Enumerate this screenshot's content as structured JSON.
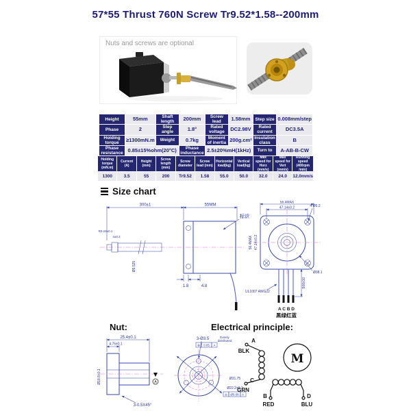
{
  "title": "57*55 Thrust 760N Screw Tr9.52*1.58--200mm",
  "gallery": {
    "caption": "Nuts and screws are optional"
  },
  "spec_table": {
    "r0": [
      "Height",
      "55mm",
      "Shaft length",
      "200mm",
      "Screw lead",
      "1.58mm",
      "Step size",
      "0.008mm/step"
    ],
    "r1": [
      "Phase",
      "2",
      "Step angle",
      "1.8°",
      "Rated voltage",
      "DC2.98V",
      "Rated current",
      "DC3.5A"
    ],
    "r2": [
      "Holding torque",
      "≥1300mN.m",
      "Weight",
      "0.7kg",
      "Moment of inertia",
      "200g.cm²",
      "Insulation class",
      "B"
    ],
    "r3": [
      "Phase resistance",
      "0.85±15%ohm(20°C)",
      "Phase inductance",
      "2.5±20%mH(1kHz)",
      "Turn to",
      "A-AB-B-CW"
    ]
  },
  "load_table": {
    "headers": [
      "Holding torque (mN.m)",
      "Current (A)",
      "Height (mm)",
      "Screw length (mm)",
      "Screw diameter",
      "Screw lead (mm)",
      "Horizontal load(kg)",
      "Vertical load(kg)",
      "Max speed for Horz (mm/s)",
      "Max speed for Vert (mm/s)",
      "Running speed (400rpm /min)"
    ],
    "values": [
      "1300",
      "3.5",
      "55",
      "200",
      "Tr9.52",
      "1.58",
      "55.0",
      "50.0",
      "32.0",
      "24.0",
      "12.0mm/s"
    ]
  },
  "sections": {
    "size_chart": "Size chart",
    "nut": "Nut:",
    "electrical": "Electrical principle:"
  },
  "size_drawing": {
    "dim_total_len": "300±1",
    "dim_body_len": "55MM",
    "dim_screw_dia": "Ø9.525",
    "dim_tip_r": "R0.24±0.1",
    "dim_tip_len": "4±0.2",
    "dim_gap": "1.8",
    "dim_plate": "4.8",
    "mark_label": "标识",
    "dim_face_w": "56.4MAX",
    "dim_hole_pitch": "47.14±0.2",
    "holes_note": "4-Ø5.2",
    "dim_boss": "Ø38.1±0.05",
    "wire_len": "500±10",
    "wire_spec": "UL1007 AWG22",
    "wire_letters": "A C B D",
    "wire_colors_cn": "黑绿红蓝"
  },
  "nut_drawing": {
    "dim_width": "25.4±0.1",
    "dim_flange": "4.75±0.1",
    "dim_bore": "Ø18.8±0.1",
    "chamfer_note": "3-0.5X45°",
    "holes_note": "3-Ø3.5",
    "evenly_1": "Evenly",
    "evenly_2": "distributed",
    "tol1_sym": "⊕",
    "tol1_val": "0.05",
    "tol1_ref": "A",
    "dim_bolt_circle": "Ø31.75",
    "dim_pilot": "Ø22.2±0.1",
    "tol2_sym": "◎",
    "tol2_val": "Ø0.08",
    "tol2_ref": "A",
    "datum": "A"
  },
  "electrical_diagram": {
    "term_a": "A",
    "wire_a": "BLK",
    "term_c": "C",
    "wire_c": "GRN",
    "term_b": "B",
    "wire_b": "RED",
    "term_d": "D",
    "wire_d": "BLU",
    "motor": "M"
  },
  "colors": {
    "accent_navy": "#24276f",
    "cell_bg": "#e9e9ee",
    "title_navy": "#1c1c78",
    "drawing_blue": "#3949ab",
    "centerline_pink": "#e070d8",
    "brass": "#d2a11f"
  }
}
